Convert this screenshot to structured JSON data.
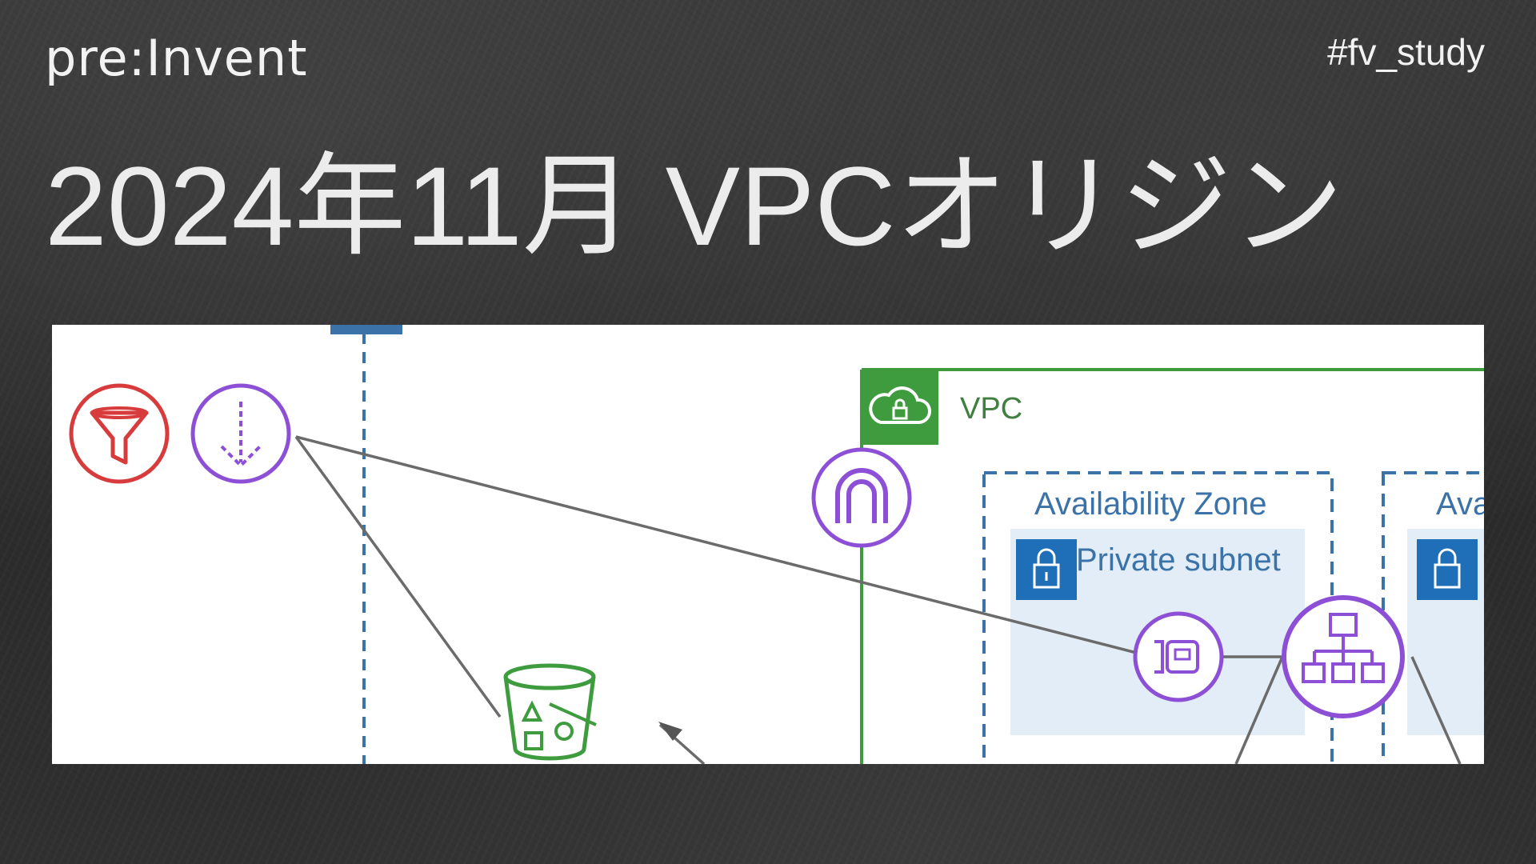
{
  "slide": {
    "brand": "pre:Invent",
    "hashtag": "#fv_study",
    "title": "2024年11月 VPCオリジン"
  },
  "diagram": {
    "vpc_label": "VPC",
    "availability_zone_label": "Availability Zone",
    "availability_zone_label_cut": "Ava",
    "private_subnet_label": "Private subnet",
    "icons": [
      "cloudfront-filter-icon",
      "download-arrow-icon",
      "s3-bucket-icon",
      "vpc-cloud-lock-icon",
      "internet-gateway-icon",
      "subnet-lock-icon",
      "network-interface-icon",
      "load-balancer-icon"
    ],
    "colors": {
      "vpc_green": "#3e9b3e",
      "az_blue": "#3b72a8",
      "subnet_fill": "#e3edf7",
      "network_purple": "#8c4fd6",
      "filter_red": "#d83b3b",
      "storage_green": "#3e9b3e",
      "connector_gray": "#6b6b6b"
    }
  }
}
